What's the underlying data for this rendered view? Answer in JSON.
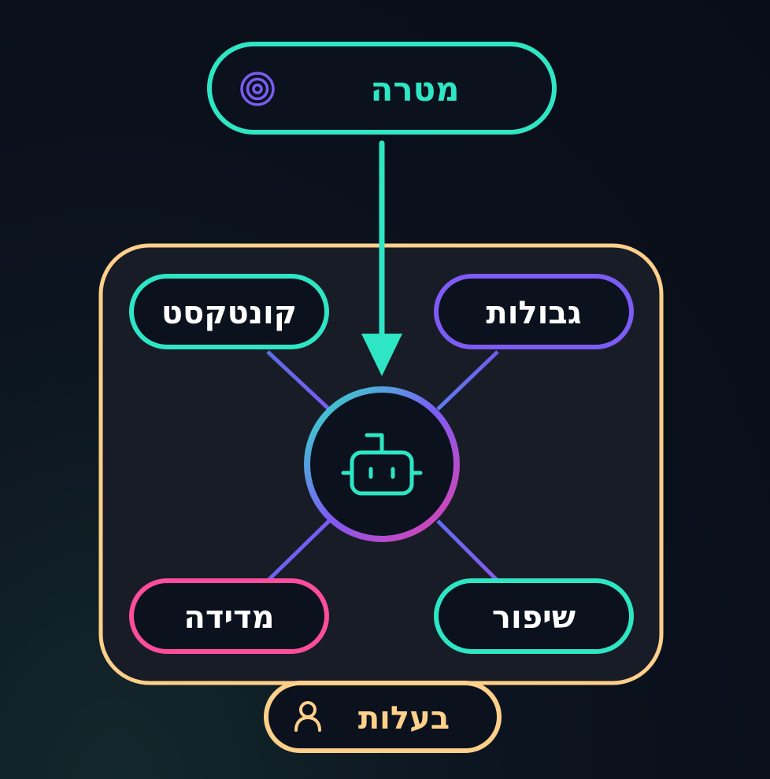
{
  "goal": {
    "label": "מטרה",
    "icon": "target-icon"
  },
  "center": {
    "icon": "robot-icon"
  },
  "nodes": {
    "context": {
      "label": "קונטקסט",
      "icon": ""
    },
    "boundaries": {
      "label": "גבולות",
      "icon": ""
    },
    "measurement": {
      "label": "מדידה",
      "icon": ""
    },
    "improvement": {
      "label": "שיפור",
      "icon": ""
    }
  },
  "ownership": {
    "label": "בעלות",
    "icon": "user-icon"
  },
  "colors": {
    "background": "#0a0f1a",
    "teal": "#2ee6c4",
    "purple": "#7c5cf5",
    "pink": "#ff4d9e",
    "amber": "#ffd08a",
    "node_fill": "#0b111d",
    "container_fill": "#181c26"
  }
}
